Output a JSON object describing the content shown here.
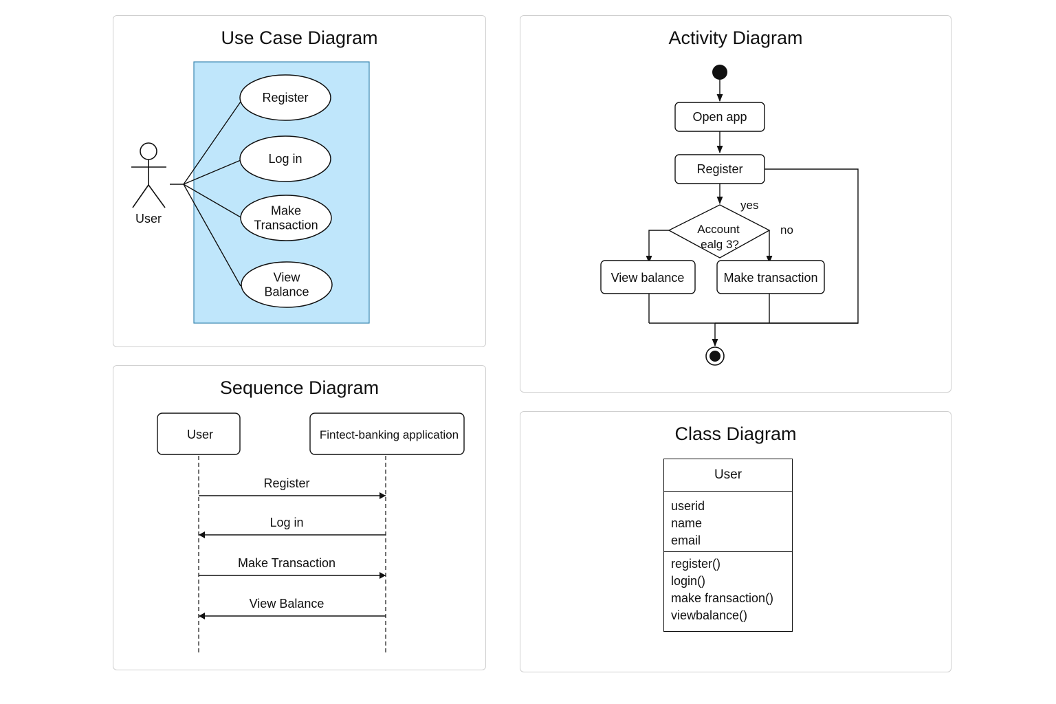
{
  "use_case": {
    "title": "Use Case Diagram",
    "actor": "User",
    "system_color": "#bfe6fb",
    "use_cases": [
      [
        "Register"
      ],
      [
        "Log in"
      ],
      [
        "Make",
        "Transaction"
      ],
      [
        "View",
        "Balance"
      ]
    ]
  },
  "activity": {
    "title": "Activity Diagram",
    "actions": {
      "open_app": "Open app",
      "register": "Register",
      "view_balance": "View balance",
      "make_transaction": "Make transaction"
    },
    "decision": [
      "Account",
      "ealg 3?"
    ],
    "guard_yes": "yes",
    "guard_no": "no"
  },
  "sequence": {
    "title": "Sequence Diagram",
    "participants": [
      "User",
      "Fintect-banking application"
    ],
    "messages": [
      {
        "label": "Register",
        "direction": "right"
      },
      {
        "label": "Log in",
        "direction": "left"
      },
      {
        "label": "Make Transaction",
        "direction": "right"
      },
      {
        "label": "View Balance",
        "direction": "left"
      }
    ]
  },
  "class_diagram": {
    "title": "Class Diagram",
    "class_name": "User",
    "attributes": [
      "userid",
      "name",
      "email"
    ],
    "methods": [
      "register()",
      "login()",
      "make fransaction()",
      "viewbalance()"
    ]
  }
}
